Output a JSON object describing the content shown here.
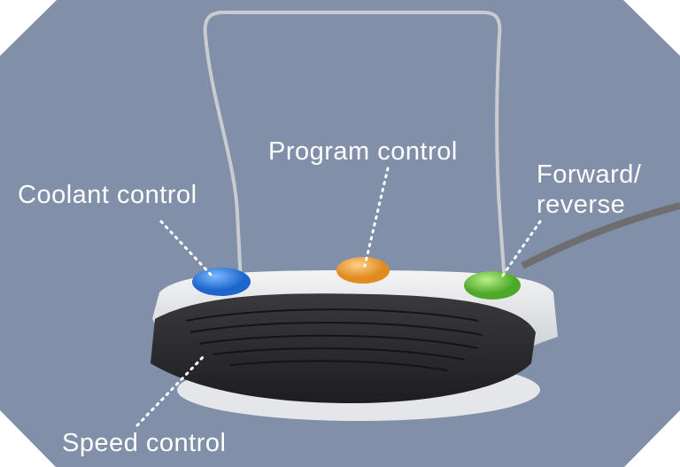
{
  "labels": {
    "coolant": "Coolant control",
    "program": "Program control",
    "forward_line1": "Forward/",
    "forward_line2": "reverse",
    "speed": "Speed control"
  },
  "colors": {
    "background": "#8190a8",
    "coolant_button": "#2f7fe0",
    "program_button": "#f0a53a",
    "forward_button": "#6cc83a",
    "pedal": "#2a2a2c",
    "housing": "#ececec"
  }
}
